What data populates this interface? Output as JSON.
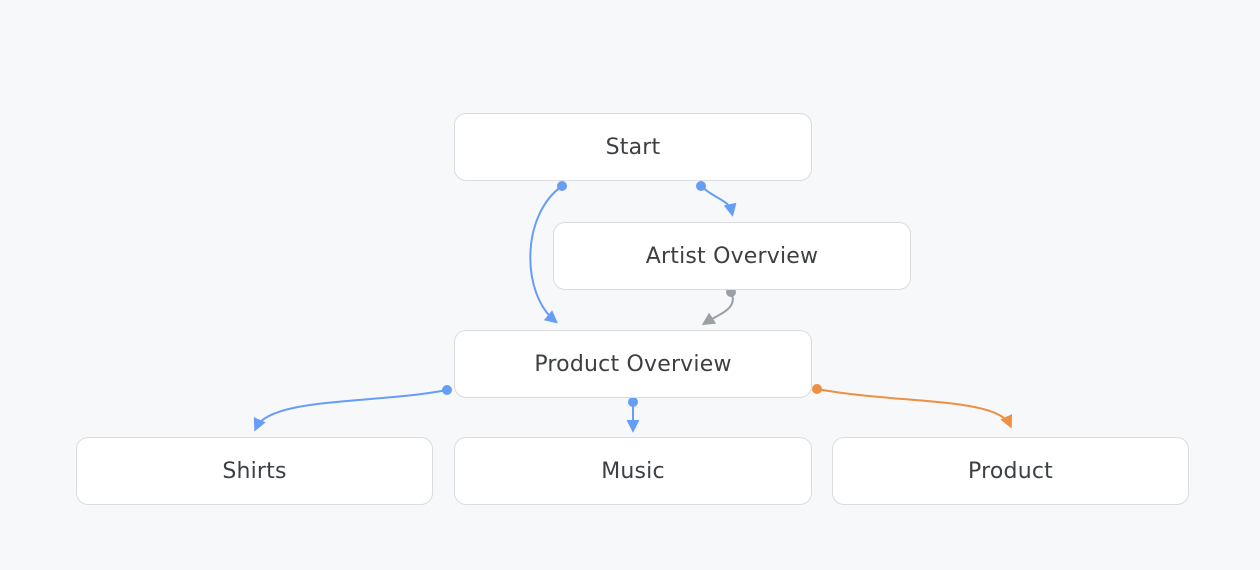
{
  "page": {
    "background_color": "#f7f8fa"
  },
  "diagram": {
    "node_style": {
      "background": "#ffffff",
      "border_color": "#dadce0",
      "text_color": "#3c4043"
    },
    "colors": {
      "blue": "#669df6",
      "gray": "#9aa0a6",
      "orange": "#ee8f41"
    },
    "nodes": [
      {
        "id": "start",
        "label": "Start"
      },
      {
        "id": "artist-overview",
        "label": "Artist Overview"
      },
      {
        "id": "product-overview",
        "label": "Product Overview"
      },
      {
        "id": "shirts",
        "label": "Shirts"
      },
      {
        "id": "music",
        "label": "Music"
      },
      {
        "id": "product",
        "label": "Product"
      }
    ],
    "edges": [
      {
        "from": "Start",
        "to": "Artist Overview",
        "color": "#669df6"
      },
      {
        "from": "Start",
        "to": "Product Overview",
        "color": "#669df6"
      },
      {
        "from": "Artist Overview",
        "to": "Product Overview",
        "color": "#9aa0a6"
      },
      {
        "from": "Product Overview",
        "to": "Shirts",
        "color": "#669df6"
      },
      {
        "from": "Product Overview",
        "to": "Music",
        "color": "#669df6"
      },
      {
        "from": "Product Overview",
        "to": "Product",
        "color": "#ee8f41"
      }
    ]
  }
}
